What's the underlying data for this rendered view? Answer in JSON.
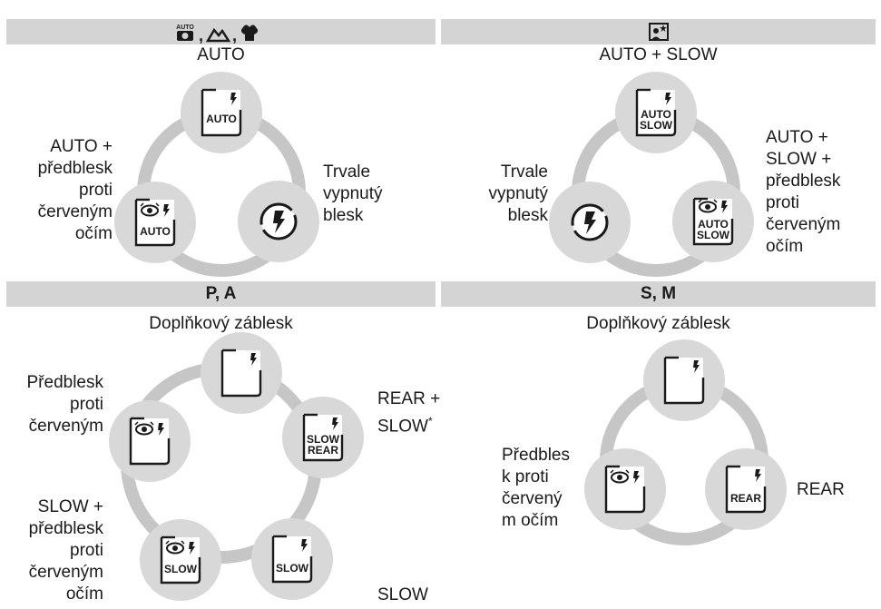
{
  "panels": {
    "p1": {
      "heading_icons": [
        "auto-camera-icon",
        "landscape-icon",
        "close-up-icon"
      ],
      "subtitle": "AUTO",
      "label_left": [
        "AUTO +",
        "předblesk",
        "proti",
        "červeným",
        "očím"
      ],
      "label_right": [
        "Trvale",
        "vypnutý",
        "blesk"
      ],
      "modes": [
        {
          "icon": "flash-auto-icon",
          "lines": [
            "AUTO"
          ]
        },
        {
          "icon": "flash-off-icon",
          "lines": []
        },
        {
          "icon": "flash-auto-redeye-icon",
          "lines": [
            "AUTO"
          ]
        }
      ]
    },
    "p2": {
      "heading_icons": [
        "night-portrait-icon"
      ],
      "subtitle": "AUTO + SLOW",
      "label_left": [
        "Trvale",
        "vypnutý",
        "blesk"
      ],
      "label_right": [
        "AUTO +",
        "SLOW +",
        "předblesk",
        "proti",
        "červeným",
        "očím"
      ],
      "modes": [
        {
          "icon": "flash-auto-slow-icon",
          "lines": [
            "AUTO",
            "SLOW"
          ]
        },
        {
          "icon": "flash-auto-slow-redeye-icon",
          "lines": [
            "AUTO",
            "SLOW"
          ]
        },
        {
          "icon": "flash-off-icon",
          "lines": []
        }
      ]
    },
    "p3": {
      "heading": "P, A",
      "subtitle": "Doplňkový záblesk",
      "label_top_left": [
        "Předblesk",
        "proti",
        "červeným"
      ],
      "label_top_right": [
        "REAR +",
        "SLOW"
      ],
      "label_top_right_mark": "*",
      "label_bottom_left": [
        "SLOW +",
        "předblesk",
        "proti",
        "červeným",
        "očím"
      ],
      "label_bottom_right": "SLOW",
      "modes": [
        {
          "icon": "fill-flash-icon",
          "lines": []
        },
        {
          "icon": "flash-slow-rear-icon",
          "lines": [
            "SLOW",
            "REAR"
          ]
        },
        {
          "icon": "flash-slow-icon",
          "lines": [
            "SLOW"
          ]
        },
        {
          "icon": "flash-slow-redeye-icon",
          "lines": [
            "SLOW"
          ]
        },
        {
          "icon": "flash-redeye-icon",
          "lines": []
        }
      ]
    },
    "p4": {
      "heading": "S, M",
      "subtitle": "Doplňkový záblesk",
      "label_left": [
        "Předbles",
        "k proti",
        "červený",
        "m očím"
      ],
      "label_right": "REAR",
      "modes": [
        {
          "icon": "fill-flash-icon",
          "lines": []
        },
        {
          "icon": "flash-rear-icon",
          "lines": [
            "REAR"
          ]
        },
        {
          "icon": "flash-redeye-icon",
          "lines": []
        }
      ]
    }
  },
  "colors": {
    "header_bar": "#d4d4d4",
    "ring": "#c6c6c6",
    "circle": "#d8d8d8",
    "ink": "#1a1a1a"
  }
}
